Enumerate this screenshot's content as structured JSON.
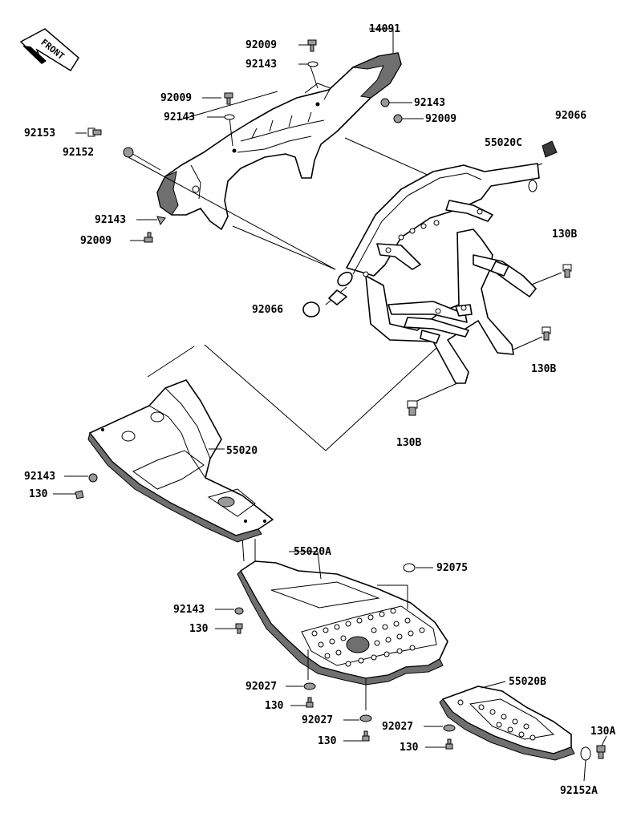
{
  "front_label": "FRONT",
  "callouts": {
    "c14091": "14091",
    "c92009_top": "92009",
    "c92143_top": "92143",
    "c92009_mid": "92009",
    "c92143_mid": "92143",
    "c92143_right": "92143",
    "c92009_right": "92009",
    "c92153": "92153",
    "c92152": "92152",
    "c92143_low": "92143",
    "c92009_low": "92009",
    "c92066_top": "92066",
    "c55020C": "55020C",
    "c130B_top": "130B",
    "c92066_left": "92066",
    "c130B_mid": "130B",
    "c130B_low": "130B",
    "c55020": "55020",
    "c92143_guard": "92143",
    "c130_guard": "130",
    "c55020A": "55020A",
    "c92075": "92075",
    "c92143_plate": "92143",
    "c130_plate": "130",
    "c92027_a": "92027",
    "c130_a": "130",
    "c92027_b": "92027",
    "c130_b": "130",
    "c55020B": "55020B",
    "c92027_c": "92027",
    "c130_c": "130",
    "c130A": "130A",
    "c92152A": "92152A"
  }
}
